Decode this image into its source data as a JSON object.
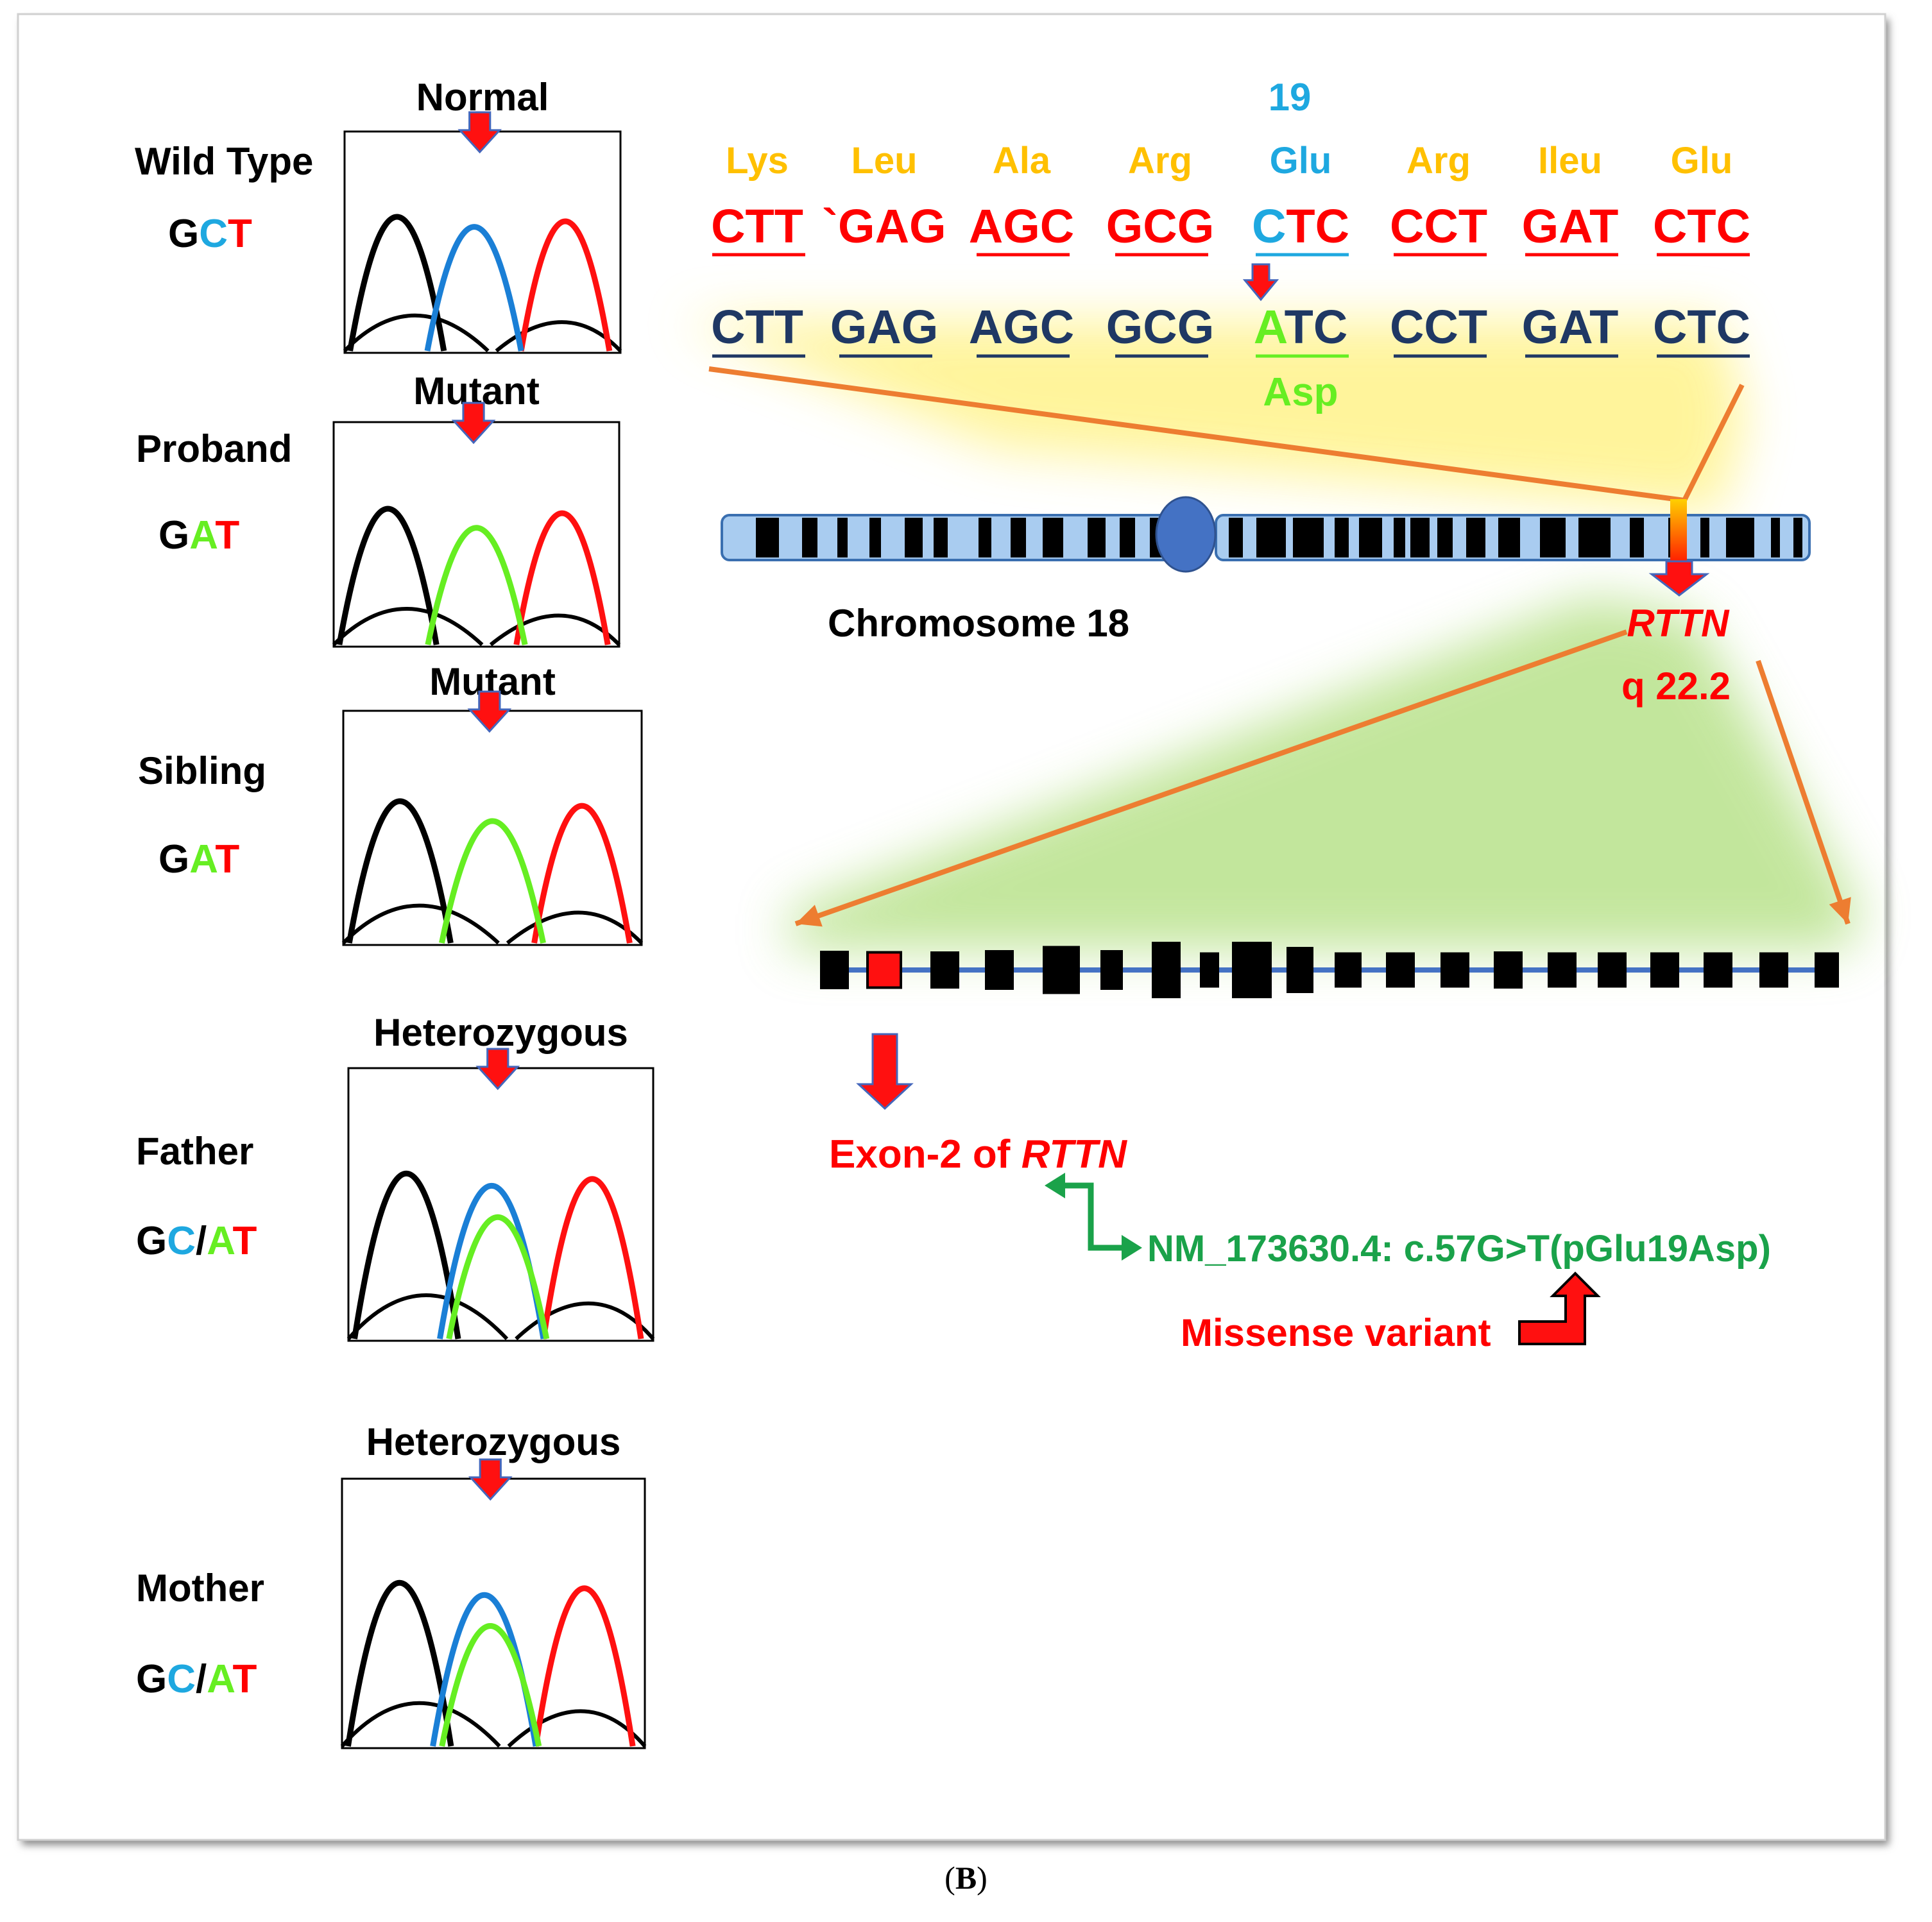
{
  "samples": [
    {
      "row_label": "Wild Type",
      "status": "Normal",
      "genotype": [
        {
          "t": "G",
          "c": "#000000"
        },
        {
          "t": "C",
          "c": "#1ea8e0"
        },
        {
          "t": "T",
          "c": "#ff0000"
        }
      ],
      "second_peak": "blue"
    },
    {
      "row_label": "Proband",
      "status": "Mutant",
      "genotype": [
        {
          "t": "G",
          "c": "#000000"
        },
        {
          "t": "A",
          "c": "#66ee22"
        },
        {
          "t": "T",
          "c": "#ff0000"
        }
      ],
      "second_peak": "green"
    },
    {
      "row_label": "Sibling",
      "status": "Mutant",
      "genotype": [
        {
          "t": "G",
          "c": "#000000"
        },
        {
          "t": "A",
          "c": "#66ee22"
        },
        {
          "t": "T",
          "c": "#ff0000"
        }
      ],
      "second_peak": "green"
    },
    {
      "row_label": "Father",
      "status": "Heterozygous",
      "genotype": [
        {
          "t": "G",
          "c": "#000000"
        },
        {
          "t": "C",
          "c": "#1ea8e0"
        },
        {
          "t": "/",
          "c": "#000000"
        },
        {
          "t": "A",
          "c": "#66ee22"
        },
        {
          "t": "T",
          "c": "#ff0000"
        }
      ],
      "second_peak": "both"
    },
    {
      "row_label": "Mother",
      "status": "Heterozygous",
      "genotype": [
        {
          "t": "G",
          "c": "#000000"
        },
        {
          "t": "C",
          "c": "#1ea8e0"
        },
        {
          "t": "/",
          "c": "#000000"
        },
        {
          "t": "A",
          "c": "#66ee22"
        },
        {
          "t": "T",
          "c": "#ff0000"
        }
      ],
      "second_peak": "both"
    }
  ],
  "sequence": {
    "position_label": "19",
    "amino_acids": [
      "Lys",
      "Leu",
      "Ala",
      "Arg",
      "Glu",
      "Arg",
      "Ileu",
      "Glu"
    ],
    "wild_codons": [
      "CTT",
      "`GAG",
      "AGC",
      "GCG",
      "CTC",
      "CCT",
      "GAT",
      "CTC"
    ],
    "mutant_codons": [
      "CTT",
      "GAG",
      "AGC",
      "GCG",
      "ATC",
      "CCT",
      "GAT",
      "CTC"
    ],
    "mutant_aa": "Asp"
  },
  "chromosome": {
    "label": "Chromosome 18",
    "gene": "RTTN",
    "band": "q 22.2"
  },
  "exon_label": {
    "prefix": "Exon-2 of ",
    "gene": "RTTN"
  },
  "variant": {
    "hgvs": "NM_173630.4: c.57G>T(pGlu19Asp)",
    "type": "Missense variant"
  },
  "caption": {
    "left": "(",
    "letter": "B",
    "right": ")"
  },
  "colors": {
    "wild_type_red": "#ff0000",
    "mutant_navy": "#1f3864",
    "amino_acid_gold": "#ffc000",
    "position_blue": "#1ea8e0",
    "mutant_green": "#66ee22",
    "variant_green": "#1aa24a",
    "arrow_orange": "#ed7d31"
  }
}
